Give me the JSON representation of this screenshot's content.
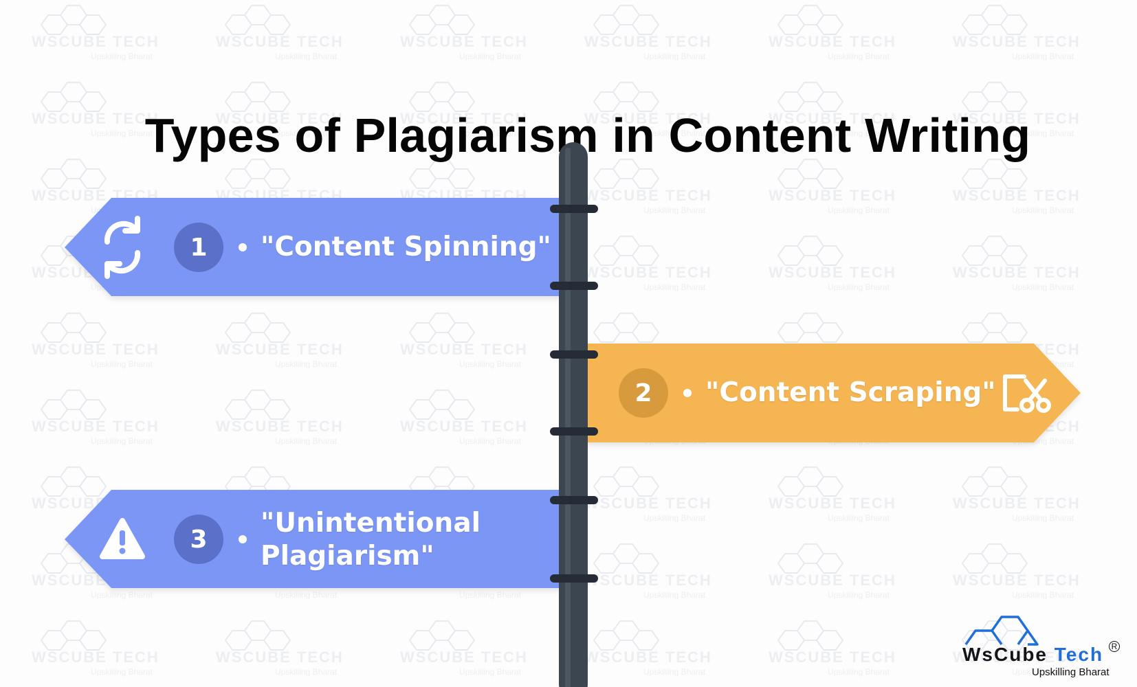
{
  "title": "Types of Plagiarism in Content Writing",
  "signs": [
    {
      "number": "1",
      "label": "\"Content Spinning\"",
      "icon": "refresh-icon",
      "direction": "left",
      "color": "#7b96f5"
    },
    {
      "number": "2",
      "label": "\"Content Scraping\"",
      "icon": "copy-cut-icon",
      "direction": "right",
      "color": "#f5b553"
    },
    {
      "number": "3",
      "label_line1": "\"Unintentional",
      "label_line2": "Plagiarism\"",
      "icon": "warning-icon",
      "direction": "left",
      "color": "#7b96f5"
    }
  ],
  "pole_color": "#3c4651",
  "brand": {
    "name_part1": "WsCube",
    "name_part2": "Tech",
    "tagline": "Upskilling Bharat",
    "registered": "R",
    "brand_color": "#1f6fd6"
  }
}
